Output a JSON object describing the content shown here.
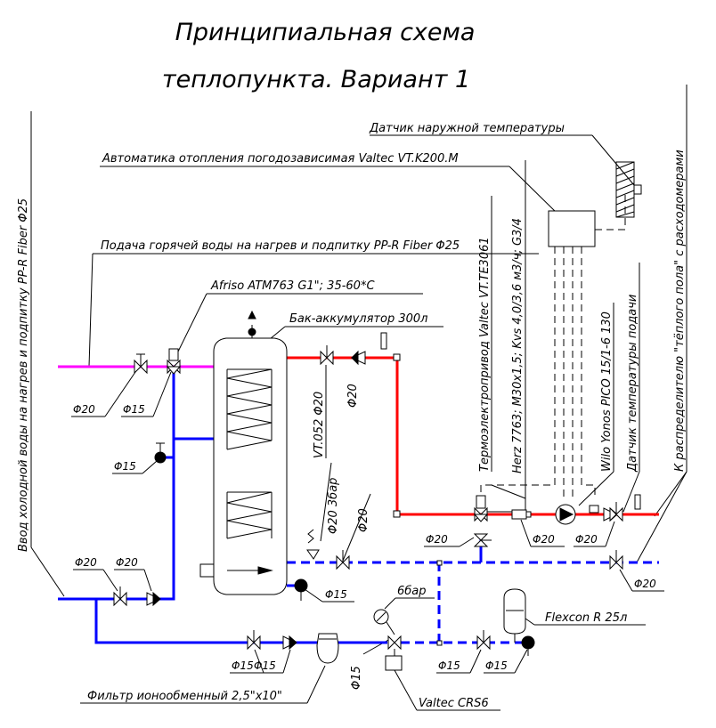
{
  "title": {
    "line1": "Принципиальная схема",
    "line2": "теплопункта. Вариант 1"
  },
  "labels": {
    "outdoor_sensor": "Датчик наружной температуры",
    "automation": "Автоматика отопления погодозависимая Valtec VT.K200.M",
    "hot_water_supply": "Подача горячей воды на нагрев и подпитку PP-R Fiber Φ25",
    "afriso": "Afriso ATM763 G1\"; 35-60*C",
    "tank": "Бак-аккумулятор 300л",
    "cold_water_inlet": "Ввод холодной воды на нагрев и подпитку PP-R Fiber Φ25",
    "thermo_drive": "Термоэлектропривод Valtec VT.TE3061",
    "herz": "Herz 7763; M30x1,5; Kvs 4,0/3,6 м3/ч; G3/4",
    "wilo": "Wilo Yonos PICO 15/1-6 130",
    "supply_sensor": "Датчик температуры подачи",
    "to_manifold": "К распределителю \"тёплого пола\" с расходомерами",
    "vt052": "VT.052 Φ20",
    "relief_3bar": "Φ20 3бар",
    "gauge_6bar": "6бар",
    "flexcon": "Flexcon R 25л",
    "filter": "Фильтр ионообменный 2,5\"x10\"",
    "crs6": "Valtec CRS6"
  },
  "dims": {
    "d20": "Φ20",
    "d15": "Φ15"
  },
  "colors": {
    "hot": "#ff0000",
    "cold": "#0000ff",
    "hot_water": "#ff00ff",
    "line": "#000000"
  }
}
